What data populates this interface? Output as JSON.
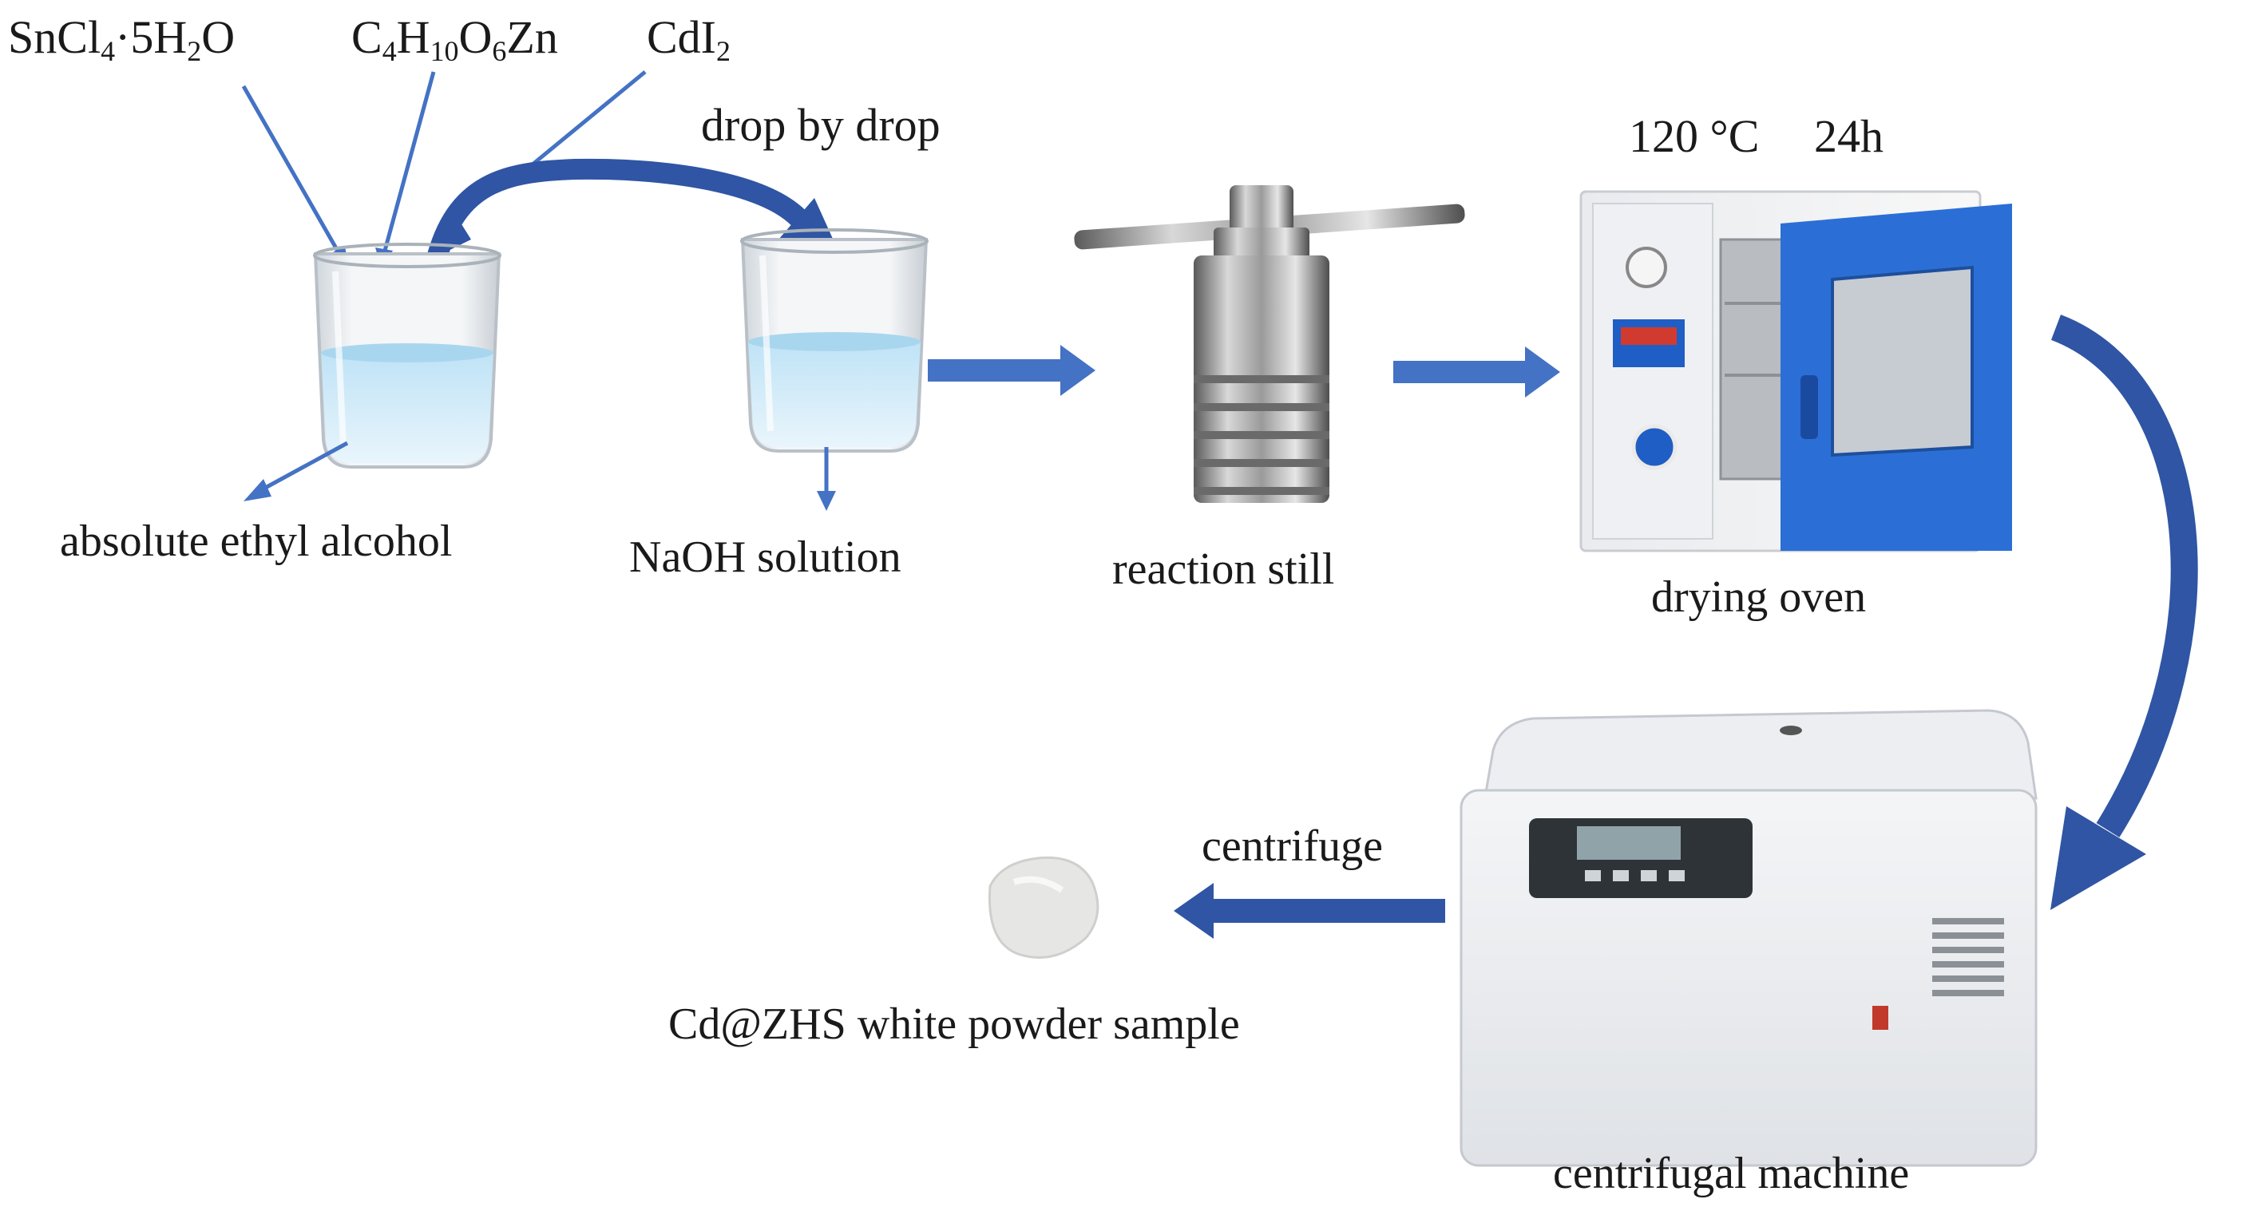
{
  "reagents": {
    "sncl4": {
      "main": "SnCl",
      "sub1": "4",
      "mid": "·5H",
      "sub2": "2",
      "end": "O"
    },
    "zinc": {
      "a": "C",
      "s1": "4",
      "b": "H",
      "s2": "10",
      "c": "O",
      "s3": "6",
      "d": "Zn"
    },
    "cdi2": {
      "main": "CdI",
      "sub": "2"
    }
  },
  "labels": {
    "drop_by_drop": "drop by drop",
    "condition_temp": "120 °C",
    "condition_time": "24h",
    "absolute_ethyl_alcohol": "absolute ethyl alcohol",
    "naoh_solution": "NaOH solution",
    "reaction_still": "reaction still",
    "drying_oven": "drying oven",
    "centrifuge": "centrifuge",
    "powder_sample": "Cd@ZHS white powder sample",
    "centrifugal_machine": "centrifugal machine"
  },
  "colors": {
    "arrow_blue": "#4472c4",
    "arrow_dark": "#2f55a4",
    "oven_blue": "#2b6fd6",
    "liquid": "#d6ecf8"
  }
}
